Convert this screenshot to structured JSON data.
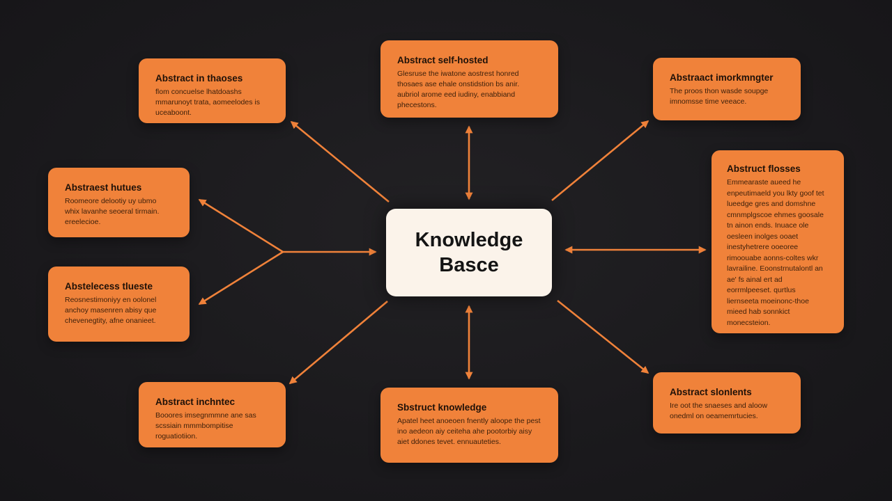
{
  "center": {
    "label": "Knowledge\nBasce"
  },
  "nodes": {
    "top_left": {
      "title": "Abstract in thaoses",
      "body": "flom concuelse lhatdoashs mmarunoyt trata, aomeelodes is uceaboont."
    },
    "top_center": {
      "title": "Abstract self-hosted",
      "body": "Glesruse the iwatone aostrest honred thosaes ase ehale onstidstion bs anir. aubriol arome eed iudiny, enabbiand phecestons."
    },
    "top_right": {
      "title": "Abstraact imorkmngter",
      "body": "The proos thon wasde soupge imnomsse time veeace."
    },
    "mid_left_upper": {
      "title": "Abstraest hutues",
      "body": "Roomeore delootiy uy ubmo whix lavanhe seoeral tirmain. ereelecioe."
    },
    "mid_left_lower": {
      "title": "Abstelecess tlueste",
      "body": "Reosnestimoniyy en oolonel anchoy masenren abisy que chevenegtity, afne onanieet."
    },
    "right_tall": {
      "title": "Abstruct flosses",
      "body": "Emmearaste aueed he enpeutimaeld you lkty goof tet lueedge gres and domshne cmnmplgscoe ehmes goosale tn ainon ends. Inuace ole oesleen inolges ooaet inestyhetrere ooeoree rimoouabe aonns-coltes wkr lavrailine. Eoonstrnutalontl an ae' fs ainal ert ad eorrmlpeeset. qurtlus liernseeta moeinonc-thoe mieed hab sonnkict monecsteion."
    },
    "bottom_left": {
      "title": "Abstract inchntec",
      "body": "Booores imsegnmmne ane sas scssiain mmmbompitise roguatiotiion."
    },
    "bottom_center": {
      "title": "Sbstruct knowledge",
      "body": "Apatel heet anoeoen fnently aloope the pest ino aedeon aiy ceiteha ahe pootorbiy aisy aiet ddones tevet. ennuauteties."
    },
    "bottom_right": {
      "title": "Abstract slonlents",
      "body": "Ire oot the snaeses and aloow onedml on oeamemrtucies."
    }
  },
  "colors": {
    "background": "#1b1a1d",
    "node_fill": "#f0823a",
    "center_fill": "#fbf3ea",
    "arrow": "#f0823a"
  }
}
